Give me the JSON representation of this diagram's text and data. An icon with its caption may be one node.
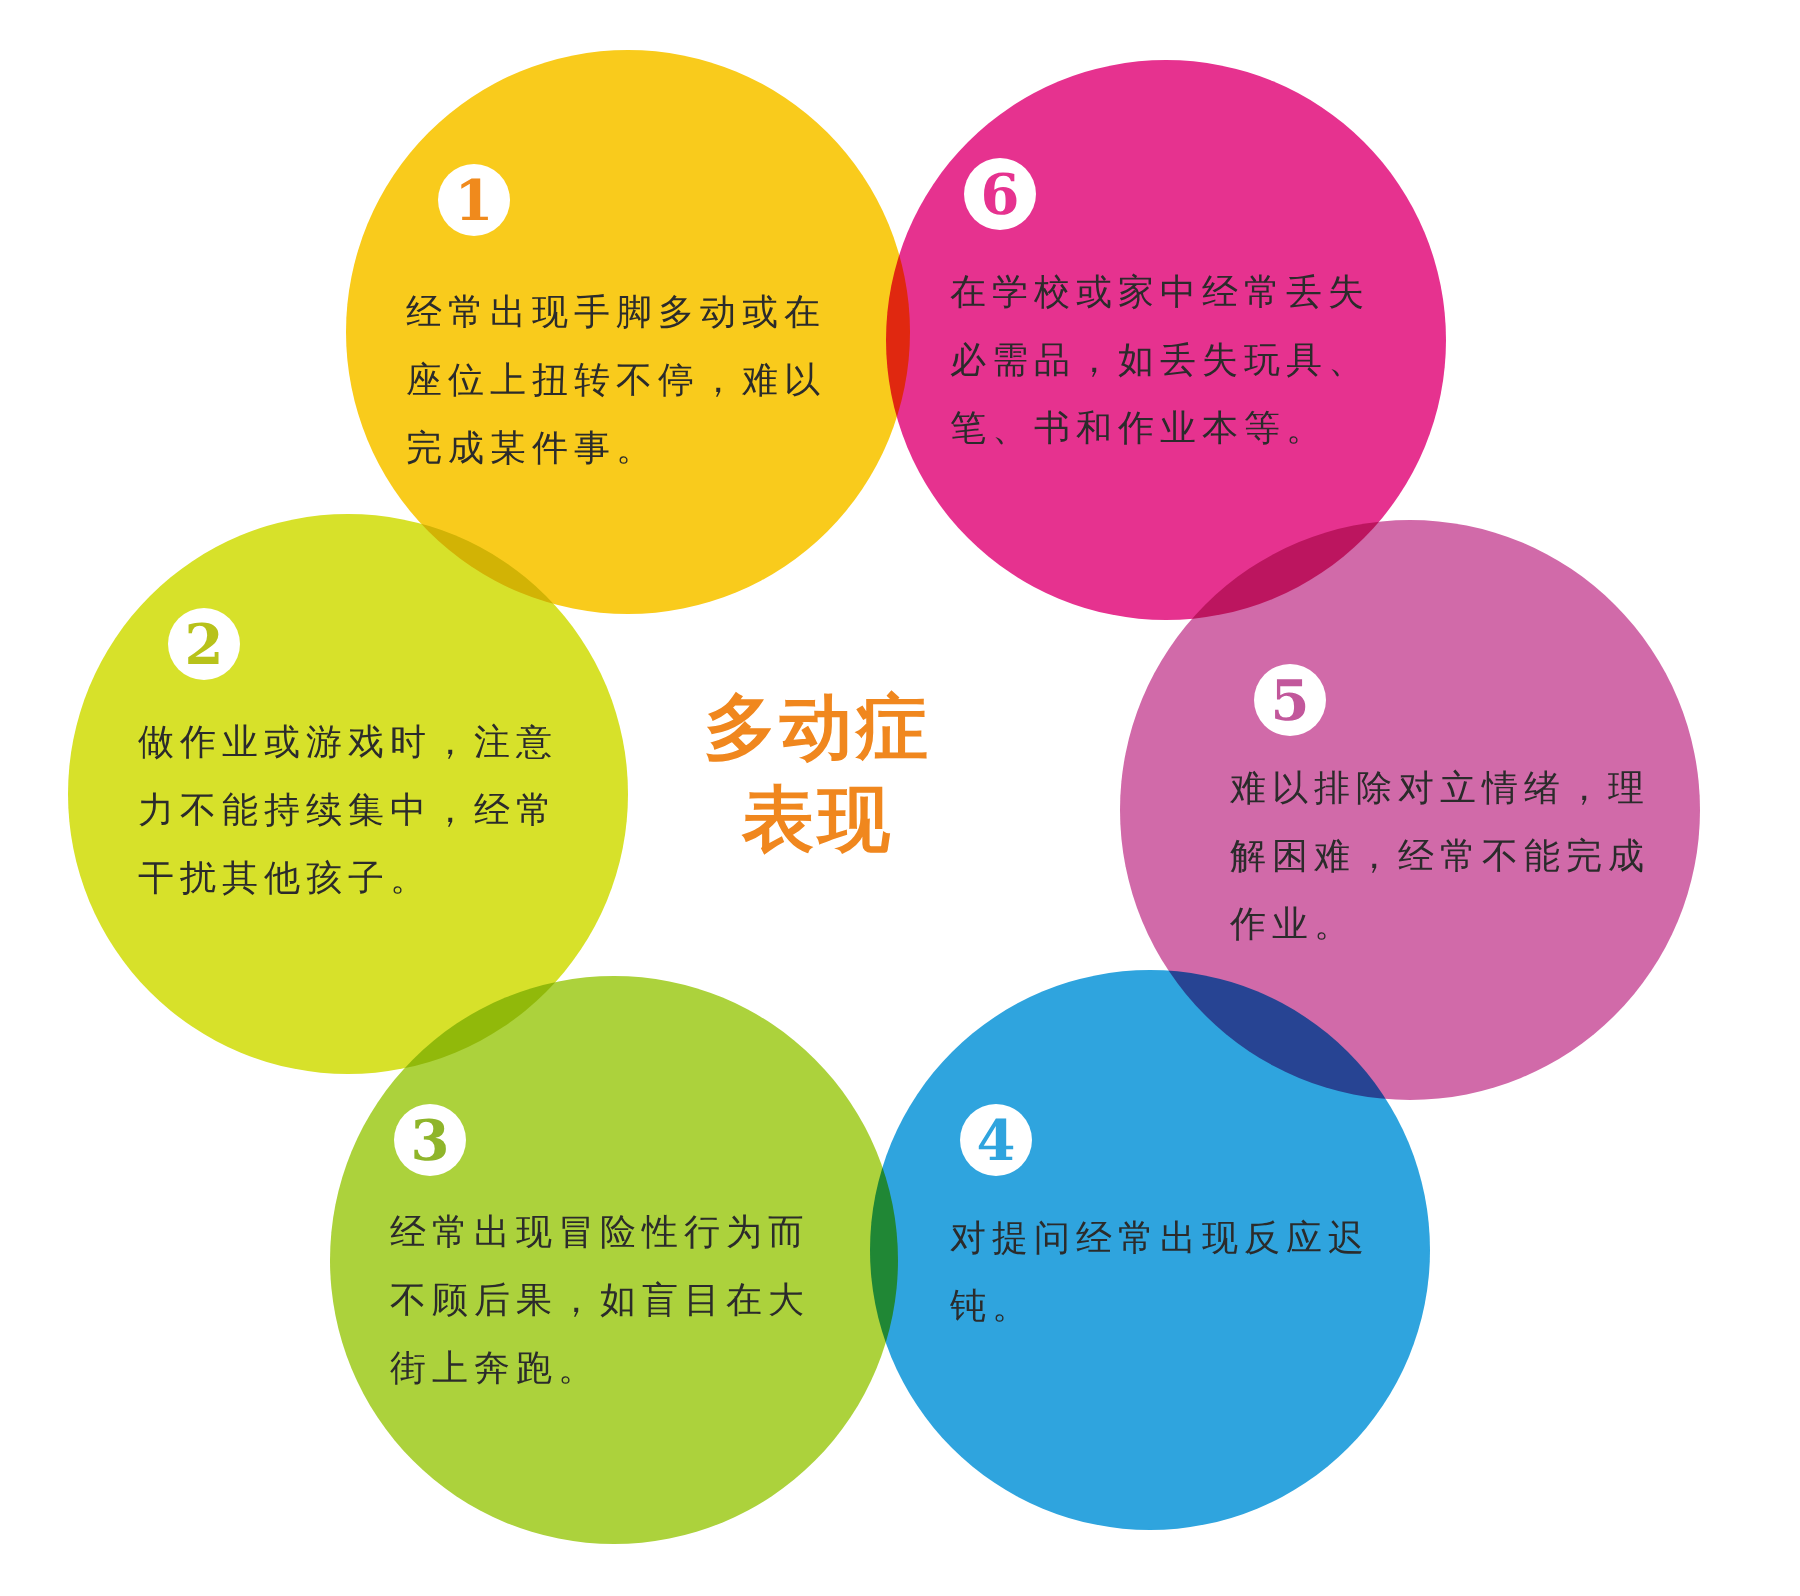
{
  "diagram": {
    "nodes": [
      {
        "text": [
          "多动症表现"
        ]
      },
      {
        "text": [
          "1",
          "经常出现手脚多动或在座位上扭转不停，难以完成某件事。"
        ]
      },
      {
        "text": [
          "6",
          "在学校或家中经常丢失必需品，如丢失玩具、笔、书和作业本等。"
        ]
      },
      {
        "text": [
          "2",
          "做作业或游戏时，注意力不能持续集中，经常干扰其他孩子。"
        ]
      },
      {
        "text": [
          "5",
          "难以排除对立情绪，理解困难，经常不能完成作业。"
        ]
      },
      {
        "text": [
          "3",
          "经常出现冒险性行为而不顾后果，如盲目在大街上奔跑。"
        ]
      },
      {
        "text": [
          "4",
          "对提问经常出现反应迟钝。"
        ]
      }
    ],
    "edges": []
  }
}
